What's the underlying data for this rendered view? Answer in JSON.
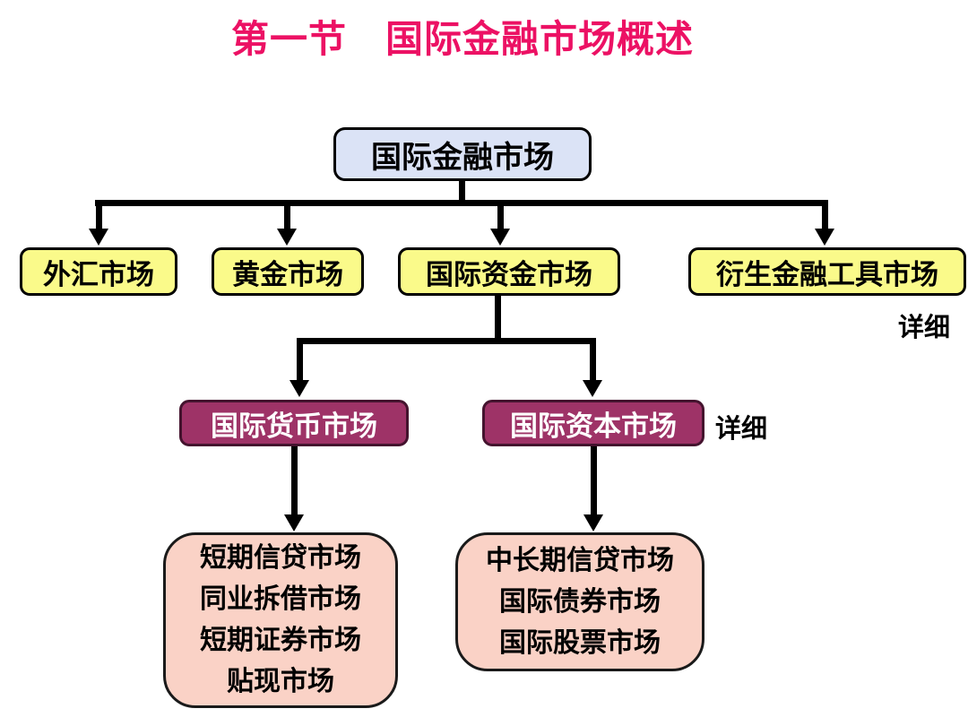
{
  "slide": {
    "title": "第一节　国际金融市场概述"
  },
  "tree": {
    "root": {
      "label": "国际金融市场"
    },
    "level2": [
      {
        "label": "外汇市场"
      },
      {
        "label": "黄金市场"
      },
      {
        "label": "国际资金市场"
      },
      {
        "label": "衍生金融工具市场"
      }
    ],
    "detail_labels": [
      {
        "label": "详细"
      },
      {
        "label": "详细"
      }
    ],
    "level3": [
      {
        "label": "国际货币市场"
      },
      {
        "label": "国际资本市场"
      }
    ],
    "leaves": [
      {
        "lines": [
          "短期信贷市场",
          "同业拆借市场",
          "短期证券市场",
          "贴现市场"
        ]
      },
      {
        "lines": [
          "中长期信贷市场",
          "国际债券市场",
          "国际股票市场"
        ]
      }
    ]
  },
  "colors": {
    "bg": "#ffffff",
    "title": "#ec1164",
    "root-fill": "#dbe3f6",
    "yellow": "#fafa8a",
    "magenta": "#9e3367",
    "magenta-border": "#44132e",
    "pink": "#fad2c6",
    "line": "#000000"
  }
}
